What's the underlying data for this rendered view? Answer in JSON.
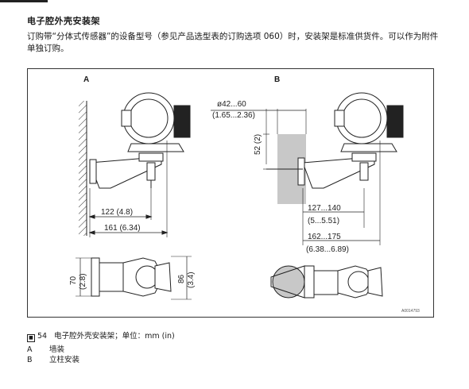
{
  "doc": {
    "title": "电子腔外壳安装架",
    "paragraph": "订购带“分体式传感器”的设备型号（参见产品选型表的订购选项 060）时，安装架是标准供货件。可以作为附件单独订购。"
  },
  "figure": {
    "label_a": "A",
    "label_b": "B",
    "dims": {
      "a_122": "122 (4.8)",
      "a_161": "161 (6.34)",
      "a_70": "70",
      "a_70b": "(2.8)",
      "a_86": "86",
      "a_86b": "(3.4)",
      "b_dia": "ø42...60",
      "b_dia_in": "(1.65...2.36)",
      "b_52": "52 (2)",
      "b_127": "127...140",
      "b_127_in": "(5...5.51)",
      "b_162": "162...175",
      "b_162_in": "(6.38...6.89)"
    },
    "figure_id": "A0014793"
  },
  "caption": {
    "number": "54",
    "text": "电子腔外壳安装架；单位：mm (in)"
  },
  "legend": [
    {
      "key": "A",
      "text": "墙装"
    },
    {
      "key": "B",
      "text": "立柱安装"
    }
  ]
}
